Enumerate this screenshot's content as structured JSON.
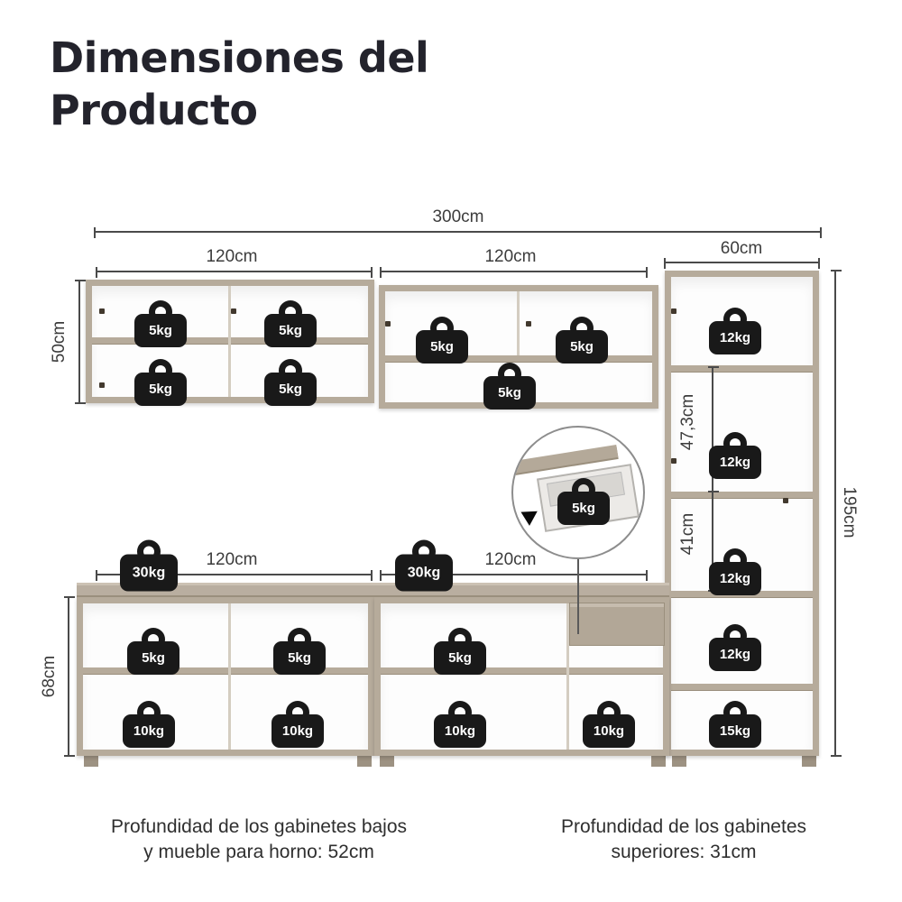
{
  "title": "Dimensiones del Producto",
  "dims": {
    "total_top": "300cm",
    "upper_left_width": "120cm",
    "upper_mid_width": "120cm",
    "tall_width": "60cm",
    "upper_height": "50cm",
    "tall_mid_section": "47,3cm",
    "tall_lower_section": "41cm",
    "tall_height": "195cm",
    "base_height": "68cm",
    "base_left_width": "120cm",
    "base_mid_width": "120cm"
  },
  "weights": {
    "upper_left": [
      "5kg",
      "5kg",
      "5kg",
      "5kg"
    ],
    "upper_mid": [
      "5kg",
      "5kg",
      "5kg"
    ],
    "tall": [
      "12kg",
      "12kg",
      "12kg",
      "12kg",
      "15kg"
    ],
    "countertop": [
      "30kg",
      "30kg"
    ],
    "base_left": [
      "5kg",
      "5kg",
      "10kg",
      "10kg"
    ],
    "base_mid": [
      "5kg",
      "10kg",
      "10kg"
    ],
    "inset_drawer": "5kg"
  },
  "captions": {
    "base_depth": "Profundidad de los gabinetes bajos y mueble para horno: 52cm",
    "upper_depth": "Profundidad de los gabinetes superiores: 31cm"
  },
  "colors": {
    "cabinet": "#b6ab9b",
    "cabinet_dark": "#9a8f7d",
    "badge": "#191919",
    "dimension_line": "#4a4a4a",
    "title_text": "#23232c"
  }
}
